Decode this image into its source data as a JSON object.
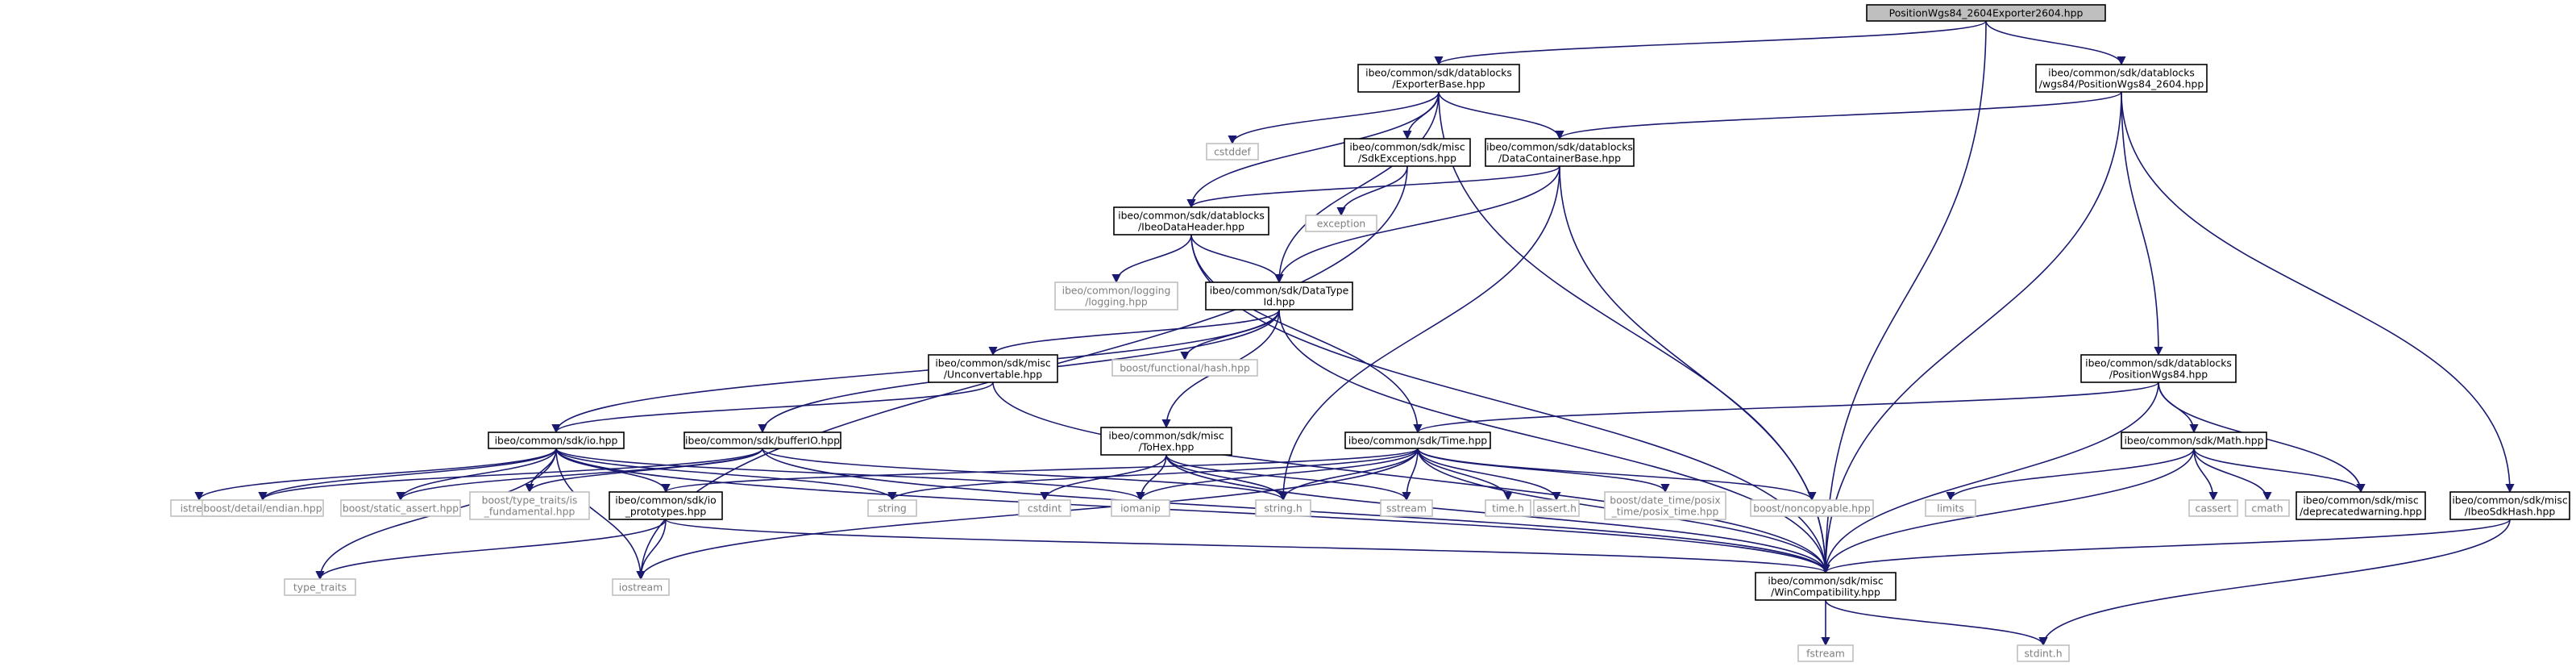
{
  "graph": {
    "nodes": [
      {
        "id": "root",
        "lines": [
          "PositionWgs84_2604Exporter2604.hpp"
        ],
        "kind": "root"
      },
      {
        "id": "exporterbase",
        "lines": [
          "ibeo/common/sdk/datablocks",
          "/ExporterBase.hpp"
        ],
        "kind": "doc"
      },
      {
        "id": "pw2604",
        "lines": [
          "ibeo/common/sdk/datablocks",
          "/wgs84/PositionWgs84_2604.hpp"
        ],
        "kind": "doc"
      },
      {
        "id": "cstddef",
        "lines": [
          "cstddef"
        ],
        "kind": "ext"
      },
      {
        "id": "sdkexc",
        "lines": [
          "ibeo/common/sdk/misc",
          "/SdkExceptions.hpp"
        ],
        "kind": "doc"
      },
      {
        "id": "dcb",
        "lines": [
          "ibeo/common/sdk/datablocks",
          "/DataContainerBase.hpp"
        ],
        "kind": "doc"
      },
      {
        "id": "exception",
        "lines": [
          "exception"
        ],
        "kind": "ext"
      },
      {
        "id": "idh",
        "lines": [
          "ibeo/common/sdk/datablocks",
          "/IbeoDataHeader.hpp"
        ],
        "kind": "doc"
      },
      {
        "id": "logging",
        "lines": [
          "ibeo/common/logging",
          "/logging.hpp"
        ],
        "kind": "ext"
      },
      {
        "id": "dti",
        "lines": [
          "ibeo/common/sdk/DataType",
          "Id.hpp"
        ],
        "kind": "doc"
      },
      {
        "id": "unconv",
        "lines": [
          "ibeo/common/sdk/misc",
          "/Unconvertable.hpp"
        ],
        "kind": "doc"
      },
      {
        "id": "bfhash",
        "lines": [
          "boost/functional/hash.hpp"
        ],
        "kind": "ext"
      },
      {
        "id": "pwgs84",
        "lines": [
          "ibeo/common/sdk/datablocks",
          "/PositionWgs84.hpp"
        ],
        "kind": "doc"
      },
      {
        "id": "io",
        "lines": [
          "ibeo/common/sdk/io.hpp"
        ],
        "kind": "doc"
      },
      {
        "id": "bufferio",
        "lines": [
          "ibeo/common/sdk/bufferIO.hpp"
        ],
        "kind": "doc"
      },
      {
        "id": "tohex",
        "lines": [
          "ibeo/common/sdk/misc",
          "/ToHex.hpp"
        ],
        "kind": "doc"
      },
      {
        "id": "time",
        "lines": [
          "ibeo/common/sdk/Time.hpp"
        ],
        "kind": "doc"
      },
      {
        "id": "math",
        "lines": [
          "ibeo/common/sdk/Math.hpp"
        ],
        "kind": "doc"
      },
      {
        "id": "istream",
        "lines": [
          "istream"
        ],
        "kind": "ext"
      },
      {
        "id": "bendian",
        "lines": [
          "boost/detail/endian.hpp"
        ],
        "kind": "ext"
      },
      {
        "id": "bsa",
        "lines": [
          "boost/static_assert.hpp"
        ],
        "kind": "ext"
      },
      {
        "id": "btt",
        "lines": [
          "boost/type_traits/is",
          "_fundamental.hpp"
        ],
        "kind": "ext"
      },
      {
        "id": "iop",
        "lines": [
          "ibeo/common/sdk/io",
          "_prototypes.hpp"
        ],
        "kind": "doc"
      },
      {
        "id": "string",
        "lines": [
          "string"
        ],
        "kind": "ext"
      },
      {
        "id": "cstdint",
        "lines": [
          "cstdint"
        ],
        "kind": "ext"
      },
      {
        "id": "iomanip",
        "lines": [
          "iomanip"
        ],
        "kind": "ext"
      },
      {
        "id": "stringh",
        "lines": [
          "string.h"
        ],
        "kind": "ext"
      },
      {
        "id": "sstream",
        "lines": [
          "sstream"
        ],
        "kind": "ext"
      },
      {
        "id": "timeh",
        "lines": [
          "time.h"
        ],
        "kind": "ext"
      },
      {
        "id": "asserth",
        "lines": [
          "assert.h"
        ],
        "kind": "ext"
      },
      {
        "id": "bdt",
        "lines": [
          "boost/date_time/posix",
          "_time/posix_time.hpp"
        ],
        "kind": "ext"
      },
      {
        "id": "bnc",
        "lines": [
          "boost/noncopyable.hpp"
        ],
        "kind": "ext"
      },
      {
        "id": "limits",
        "lines": [
          "limits"
        ],
        "kind": "ext"
      },
      {
        "id": "cassert",
        "lines": [
          "cassert"
        ],
        "kind": "ext"
      },
      {
        "id": "cmath",
        "lines": [
          "cmath"
        ],
        "kind": "ext"
      },
      {
        "id": "depw",
        "lines": [
          "ibeo/common/sdk/misc",
          "/deprecatedwarning.hpp"
        ],
        "kind": "doc"
      },
      {
        "id": "hash",
        "lines": [
          "ibeo/common/sdk/misc",
          "/IbeoSdkHash.hpp"
        ],
        "kind": "doc"
      },
      {
        "id": "typetraits",
        "lines": [
          "type_traits"
        ],
        "kind": "ext"
      },
      {
        "id": "iostream",
        "lines": [
          "iostream"
        ],
        "kind": "ext"
      },
      {
        "id": "wincomp",
        "lines": [
          "ibeo/common/sdk/misc",
          "/WinCompatibility.hpp"
        ],
        "kind": "doc"
      },
      {
        "id": "fstream",
        "lines": [
          "fstream"
        ],
        "kind": "ext"
      },
      {
        "id": "stdinth",
        "lines": [
          "stdint.h"
        ],
        "kind": "ext"
      }
    ],
    "edges": [
      [
        "root",
        "exporterbase"
      ],
      [
        "root",
        "pw2604"
      ],
      [
        "root",
        "wincomp"
      ],
      [
        "exporterbase",
        "cstddef"
      ],
      [
        "exporterbase",
        "sdkexc"
      ],
      [
        "exporterbase",
        "dcb"
      ],
      [
        "exporterbase",
        "idh"
      ],
      [
        "exporterbase",
        "dti"
      ],
      [
        "exporterbase",
        "wincomp"
      ],
      [
        "pw2604",
        "dcb"
      ],
      [
        "pw2604",
        "pwgs84"
      ],
      [
        "pw2604",
        "hash"
      ],
      [
        "pw2604",
        "wincomp"
      ],
      [
        "sdkexc",
        "exception"
      ],
      [
        "sdkexc",
        "iostream"
      ],
      [
        "dcb",
        "idh"
      ],
      [
        "dcb",
        "dti"
      ],
      [
        "dcb",
        "stringh"
      ],
      [
        "dcb",
        "wincomp"
      ],
      [
        "idh",
        "logging"
      ],
      [
        "idh",
        "dti"
      ],
      [
        "idh",
        "time"
      ],
      [
        "idh",
        "wincomp"
      ],
      [
        "dti",
        "unconv"
      ],
      [
        "dti",
        "bfhash"
      ],
      [
        "dti",
        "io"
      ],
      [
        "dti",
        "bufferio"
      ],
      [
        "dti",
        "tohex"
      ],
      [
        "dti",
        "wincomp"
      ],
      [
        "unconv",
        "io"
      ],
      [
        "unconv",
        "wincomp"
      ],
      [
        "pwgs84",
        "time"
      ],
      [
        "pwgs84",
        "math"
      ],
      [
        "pwgs84",
        "depw"
      ],
      [
        "pwgs84",
        "wincomp"
      ],
      [
        "io",
        "istream"
      ],
      [
        "io",
        "bendian"
      ],
      [
        "io",
        "bsa"
      ],
      [
        "io",
        "btt"
      ],
      [
        "io",
        "iop"
      ],
      [
        "io",
        "string"
      ],
      [
        "io",
        "iomanip"
      ],
      [
        "io",
        "typetraits"
      ],
      [
        "io",
        "iostream"
      ],
      [
        "io",
        "wincomp"
      ],
      [
        "bufferio",
        "bendian"
      ],
      [
        "bufferio",
        "bsa"
      ],
      [
        "bufferio",
        "btt"
      ],
      [
        "bufferio",
        "stringh"
      ],
      [
        "bufferio",
        "wincomp"
      ],
      [
        "tohex",
        "cstdint"
      ],
      [
        "tohex",
        "iomanip"
      ],
      [
        "tohex",
        "stringh"
      ],
      [
        "tohex",
        "sstream"
      ],
      [
        "tohex",
        "wincomp"
      ],
      [
        "time",
        "iop"
      ],
      [
        "time",
        "string"
      ],
      [
        "time",
        "iomanip"
      ],
      [
        "time",
        "stringh"
      ],
      [
        "time",
        "sstream"
      ],
      [
        "time",
        "timeh"
      ],
      [
        "time",
        "asserth"
      ],
      [
        "time",
        "bdt"
      ],
      [
        "time",
        "bnc"
      ],
      [
        "time",
        "iostream"
      ],
      [
        "time",
        "wincomp"
      ],
      [
        "math",
        "limits"
      ],
      [
        "math",
        "cassert"
      ],
      [
        "math",
        "cmath"
      ],
      [
        "math",
        "depw"
      ],
      [
        "math",
        "wincomp"
      ],
      [
        "iop",
        "typetraits"
      ],
      [
        "iop",
        "iostream"
      ],
      [
        "iop",
        "wincomp"
      ],
      [
        "hash",
        "wincomp"
      ],
      [
        "hash",
        "stdinth"
      ],
      [
        "wincomp",
        "fstream"
      ],
      [
        "wincomp",
        "stdinth"
      ]
    ]
  },
  "colors": {
    "edge": "#191970",
    "root_fill": "#bfbfbf",
    "doc_border": "#000000",
    "ext_border": "#bfbfbf",
    "ext_text": "#7f7f7f"
  }
}
